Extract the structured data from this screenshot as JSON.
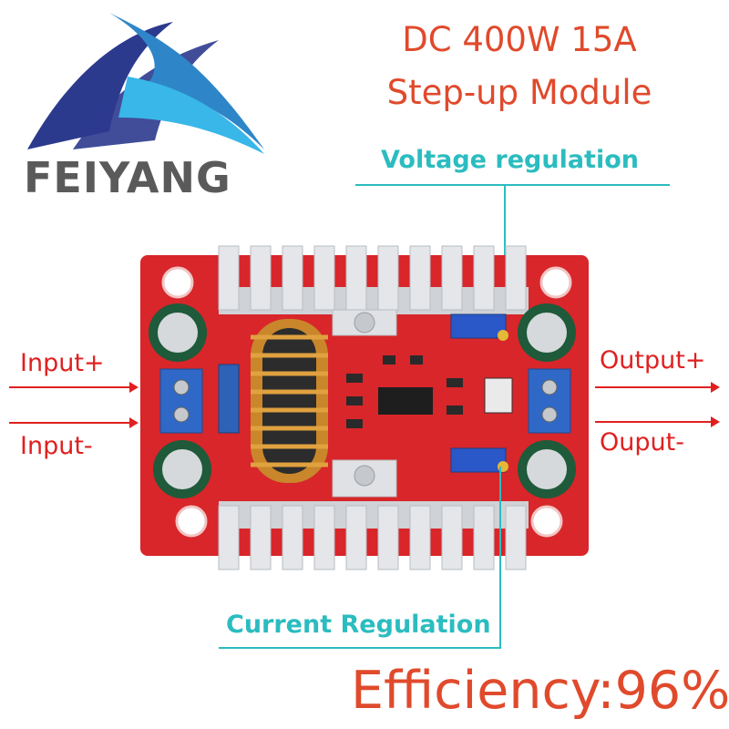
{
  "brand": {
    "name": "FEIYANG",
    "logo_colors": {
      "navy": "#2c3a8e",
      "blue": "#2e86c8",
      "sky": "#38b7e8"
    }
  },
  "title": {
    "line1": "DC 400W 15A",
    "line2": "Step-up Module",
    "color": "#e04a2c"
  },
  "callouts": {
    "voltage": "Voltage regulation",
    "current": "Current Regulation",
    "color": "#2bbcc0"
  },
  "io_labels": {
    "input_plus": "Input+",
    "input_minus": "Input-",
    "output_plus": "Output+",
    "output_minus": "Ouput-",
    "color": "#e02020"
  },
  "efficiency": "Efficiency:96%",
  "board": {
    "pcb_color": "#d8262a",
    "heatsink_color": "#e4e6e9",
    "terminal_color": "#2f68c6"
  }
}
